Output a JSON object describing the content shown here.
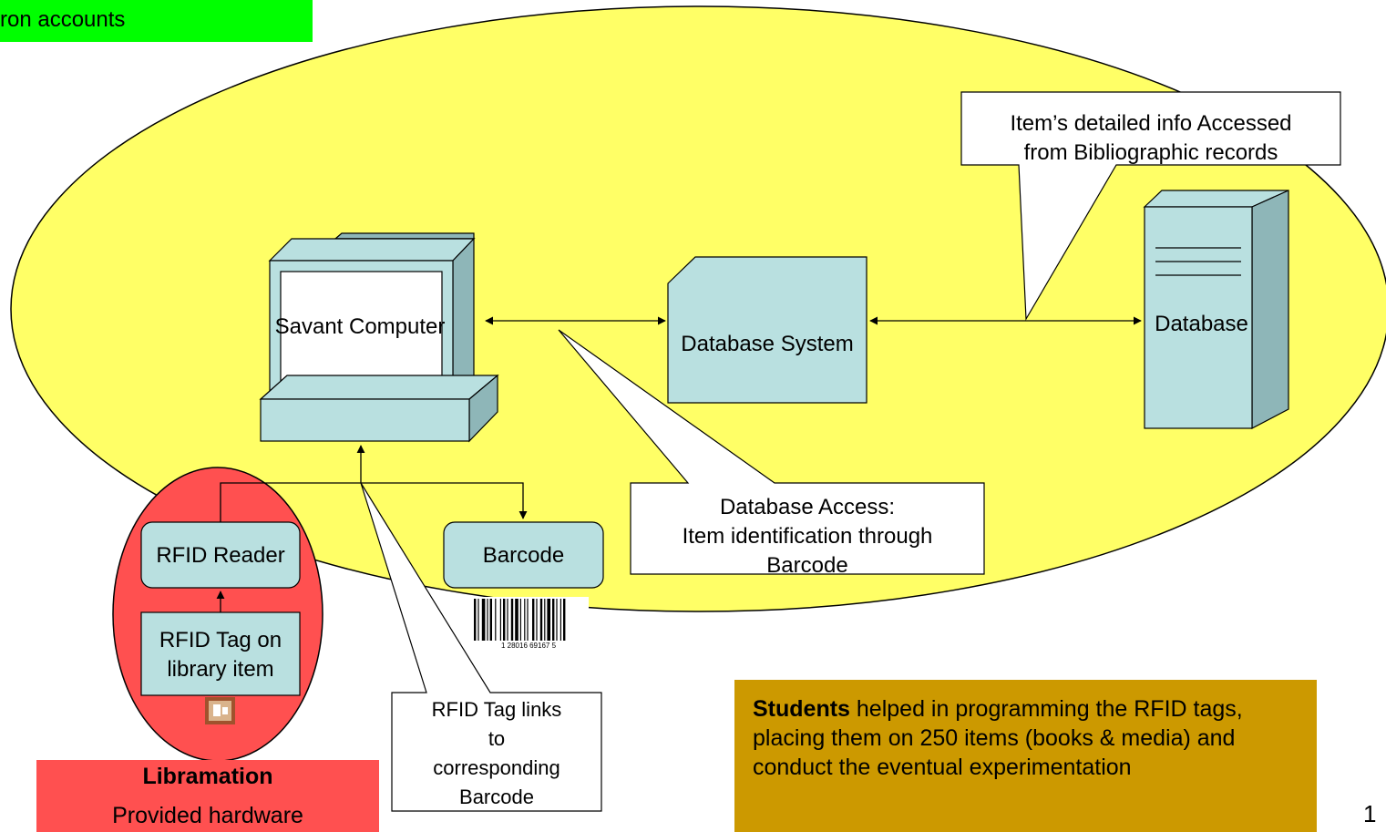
{
  "header_label": "ron accounts",
  "savant_computer": "Savant Computer",
  "database_system": "Database System",
  "database": "Database",
  "item_info_callout": [
    "Item’s detailed info Accessed",
    "from Bibliographic records"
  ],
  "database_access_callout": [
    "Database Access:",
    "Item identification through",
    "Barcode"
  ],
  "rfid_reader": "RFID Reader",
  "rfid_tag_on_item": [
    "RFID Tag on",
    "library item"
  ],
  "barcode": "Barcode",
  "barcode_digits": "1 28016 69167 5",
  "rfid_tag_links_callout": [
    "RFID Tag links",
    "to",
    "corresponding",
    "Barcode"
  ],
  "libramation_title": "Libramation",
  "libramation_subtitle": "Provided hardware",
  "students_note": {
    "bold": "Students",
    "rest": " helped in programming the RFID tags, placing them on 250 items (books & media) and conduct the eventual experimentation"
  },
  "page_number": "1",
  "colors": {
    "ellipse_fill": "#ffff66",
    "rfid_ellipse_fill": "#ff5050",
    "component_fill": "#b9e0e0",
    "component_side": "#8eb6b8",
    "header_fill": "#00ff00",
    "libramation_fill": "#ff5050",
    "students_fill": "#cc9900"
  }
}
